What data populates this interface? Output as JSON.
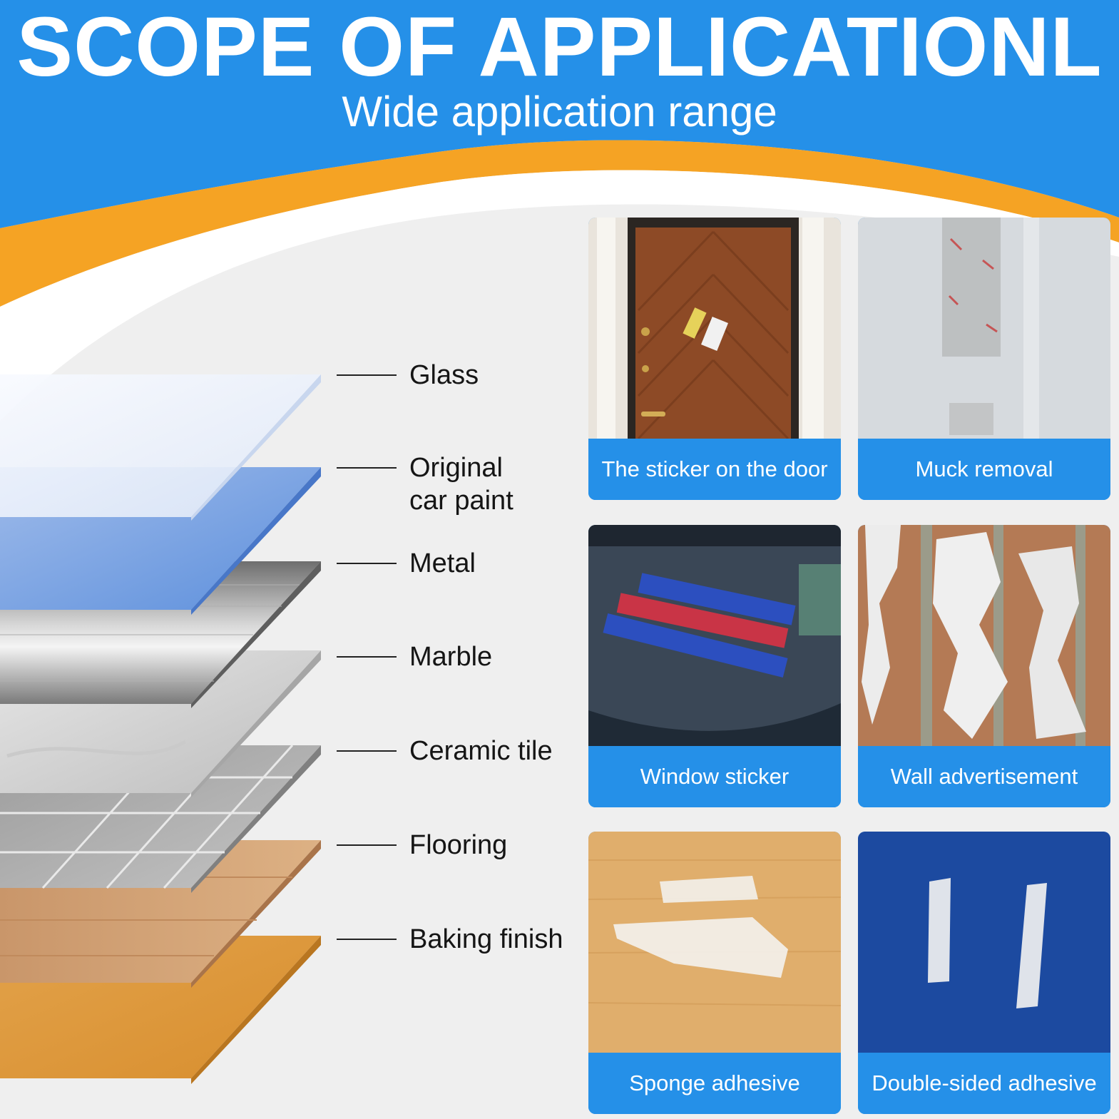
{
  "header": {
    "title": "SCOPE OF APPLICATIONL",
    "subtitle": "Wide application range"
  },
  "materials": [
    {
      "label": "Glass",
      "icon": "glass-layer"
    },
    {
      "label": "Original\ncar paint",
      "icon": "car-paint-layer"
    },
    {
      "label": "Metal",
      "icon": "metal-layer"
    },
    {
      "label": "Marble",
      "icon": "marble-layer"
    },
    {
      "label": "Ceramic tile",
      "icon": "ceramic-tile-layer"
    },
    {
      "label": "Flooring",
      "icon": "flooring-layer"
    },
    {
      "label": "Baking finish",
      "icon": "baking-finish-layer"
    }
  ],
  "applications": [
    {
      "caption": "The sticker on the door",
      "image": "wooden-door-with-sticker"
    },
    {
      "caption": "Muck removal",
      "image": "wall-with-tape-residue"
    },
    {
      "caption": "Window sticker",
      "image": "car-windshield-with-stickers"
    },
    {
      "caption": "Wall advertisement",
      "image": "wall-with-torn-paper"
    },
    {
      "caption": "Sponge adhesive",
      "image": "wood-with-adhesive-residue"
    },
    {
      "caption": "Double-sided adhesive",
      "image": "blue-surface-with-tape"
    }
  ],
  "colors": {
    "header_blue": "#2590e8",
    "accent_orange": "#f5a324",
    "caption_blue": "#2590e8",
    "background": "#efefef"
  }
}
